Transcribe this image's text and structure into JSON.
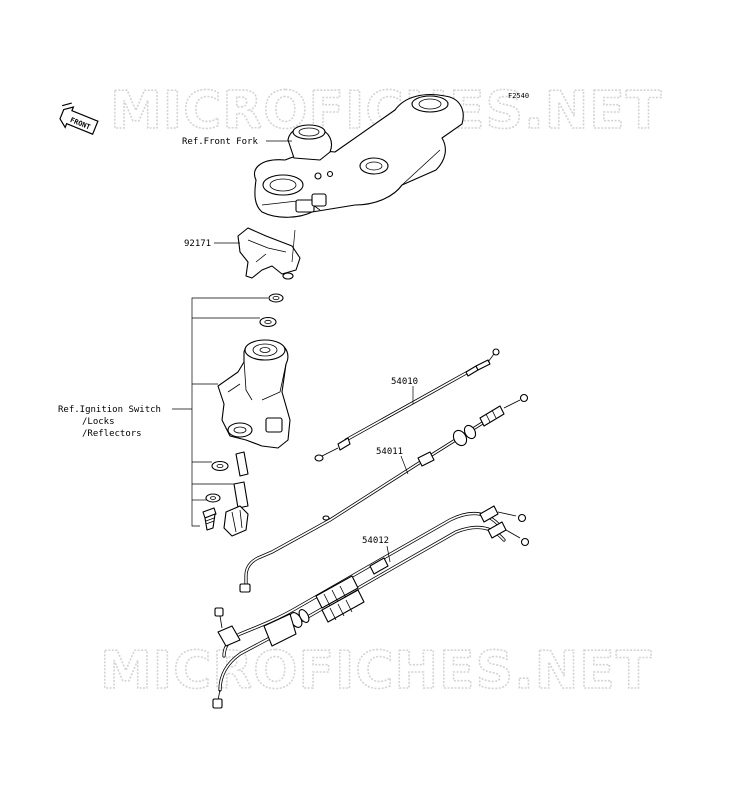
{
  "diagram_code": "F2540",
  "watermark": "MICROFICHES.NET",
  "front_badge": "FRONT",
  "labels": {
    "front_fork": "Ref.Front Fork",
    "bracket": "92171",
    "ignition_line1": "Ref.Ignition Switch",
    "ignition_line2": "/Locks",
    "ignition_line3": "/Reflectors",
    "cable_1": "54010",
    "cable_2": "54011",
    "cable_3": "54012"
  }
}
